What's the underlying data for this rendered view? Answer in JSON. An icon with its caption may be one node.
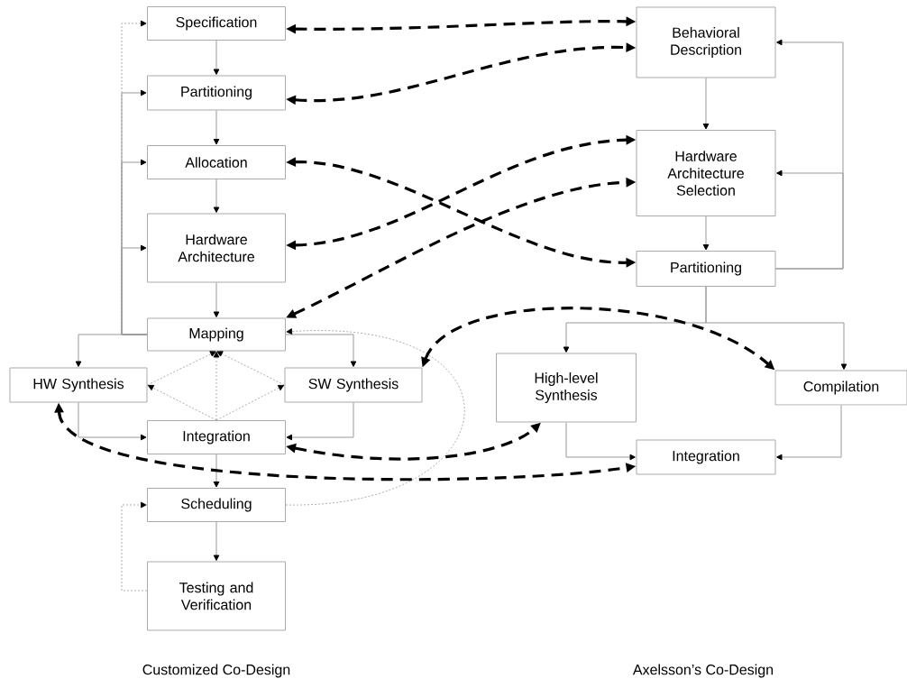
{
  "diagram": {
    "nodes": [
      {
        "text": [
          "Specification"
        ]
      },
      {
        "text": [
          "Partitioning"
        ]
      },
      {
        "text": [
          "Allocation"
        ]
      },
      {
        "text": [
          "Hardware Architecture"
        ]
      },
      {
        "text": [
          "Mapping"
        ]
      },
      {
        "text": [
          "HW Synthesis"
        ]
      },
      {
        "text": [
          "SW Synthesis"
        ]
      },
      {
        "text": [
          "Integration"
        ]
      },
      {
        "text": [
          "Scheduling"
        ]
      },
      {
        "text": [
          "Testing and Verification"
        ]
      },
      {
        "text": [
          "Behavioral Description"
        ]
      },
      {
        "text": [
          "Hardware Architecture Selection"
        ]
      },
      {
        "text": [
          "Partitioning"
        ]
      },
      {
        "text": [
          "High-level Synthesis"
        ]
      },
      {
        "text": [
          "Compilation"
        ]
      },
      {
        "text": [
          "Integration"
        ]
      }
    ],
    "edges": [
      {
        "from": 0,
        "to": 1,
        "arrow": "to"
      },
      {
        "from": 1,
        "to": 2,
        "arrow": "to"
      },
      {
        "from": 2,
        "to": 3,
        "arrow": "to"
      },
      {
        "from": 3,
        "to": 4,
        "arrow": "to"
      },
      {
        "from": 4,
        "to": 0,
        "arrow": "to",
        "style": "dashed"
      },
      {
        "from": 4,
        "to": 1,
        "arrow": "to"
      },
      {
        "from": 4,
        "to": 2,
        "arrow": "to"
      },
      {
        "from": 4,
        "to": 3,
        "arrow": "to"
      },
      {
        "from": 4,
        "to": 5,
        "arrow": "to"
      },
      {
        "from": 4,
        "to": 6,
        "arrow": "to"
      },
      {
        "from": 5,
        "to": 7,
        "arrow": "to"
      },
      {
        "from": 6,
        "to": 7,
        "arrow": "to"
      },
      {
        "from": 7,
        "to": 4,
        "arrow": "to",
        "style": "dashed"
      },
      {
        "from": 7,
        "to": 5,
        "arrow": "to",
        "style": "dashed"
      },
      {
        "from": 7,
        "to": 6,
        "arrow": "to",
        "style": "dashed"
      },
      {
        "from": 5,
        "to": 4,
        "arrow": "to",
        "style": "dashed"
      },
      {
        "from": 6,
        "to": 4,
        "arrow": "to",
        "style": "dashed"
      },
      {
        "from": 7,
        "to": 8,
        "arrow": "to"
      },
      {
        "from": 8,
        "to": 9,
        "arrow": "to"
      },
      {
        "from": 9,
        "to": 8,
        "arrow": "to",
        "style": "dashed"
      },
      {
        "from": 8,
        "to": 4,
        "arrow": "to",
        "style": "dashed"
      },
      {
        "from": 10,
        "to": 11,
        "arrow": "to"
      },
      {
        "from": 11,
        "to": 12,
        "arrow": "to"
      },
      {
        "from": 12,
        "to": 10,
        "arrow": "to"
      },
      {
        "from": 12,
        "to": 11,
        "arrow": "to"
      },
      {
        "from": 12,
        "to": 13,
        "arrow": "to"
      },
      {
        "from": 12,
        "to": 14,
        "arrow": "to"
      },
      {
        "from": 13,
        "to": 15,
        "arrow": "to"
      },
      {
        "from": 14,
        "to": 15,
        "arrow": "to"
      },
      {
        "from": 0,
        "to": 10,
        "arrow": "both",
        "style": "dashed",
        "color": "#000000"
      },
      {
        "from": 1,
        "to": 10,
        "arrow": "both",
        "style": "dashed",
        "color": "#000000"
      },
      {
        "from": 2,
        "to": 12,
        "arrow": "both",
        "style": "dashed",
        "color": "#000000"
      },
      {
        "from": 3,
        "to": 11,
        "arrow": "both",
        "style": "dashed",
        "color": "#000000"
      },
      {
        "from": 4,
        "to": 11,
        "arrow": "both",
        "style": "dashed",
        "color": "#000000"
      },
      {
        "from": 6,
        "to": 14,
        "arrow": "both",
        "style": "dashed",
        "color": "#000000"
      },
      {
        "from": 5,
        "to": 15,
        "arrow": "both",
        "style": "dashed",
        "color": "#000000"
      },
      {
        "from": 7,
        "to": 13,
        "arrow": "both",
        "style": "dashed",
        "color": "#000000"
      }
    ],
    "labels": [
      "Customized Co-Design",
      "Axelsson’s Co-Design"
    ]
  }
}
